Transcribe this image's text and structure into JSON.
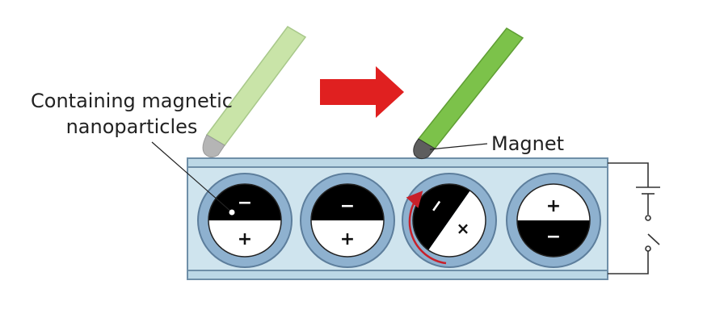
{
  "labels": {
    "nanoparticles_line1": "Containing magnetic",
    "nanoparticles_line2": "nanoparticles",
    "magnet": "Magnet"
  },
  "capsules": [
    {
      "top_sign": "−",
      "bottom_sign": "+",
      "state": "black-top"
    },
    {
      "top_sign": "−",
      "bottom_sign": "+",
      "state": "black-top"
    },
    {
      "top_sign": "−",
      "bottom_sign": "×",
      "state": "rotating"
    },
    {
      "top_sign": "+",
      "bottom_sign": "−",
      "state": "black-bottom"
    }
  ],
  "colors": {
    "panel_fill": "#cfe4ee",
    "panel_stroke": "#6f8fa8",
    "rim_fill": "#8eb1cf",
    "rim_stroke": "#5d7e9c",
    "pen_inactive": "#c9e4a8",
    "pen_active": "#7cc24a",
    "arrow": "#e02020",
    "rotation_arrow": "#c8202a"
  },
  "icons": {
    "transition_arrow": "right-arrow-icon",
    "battery": "battery-icon",
    "switch": "switch-icon",
    "rotation": "rotation-arrow-icon"
  }
}
